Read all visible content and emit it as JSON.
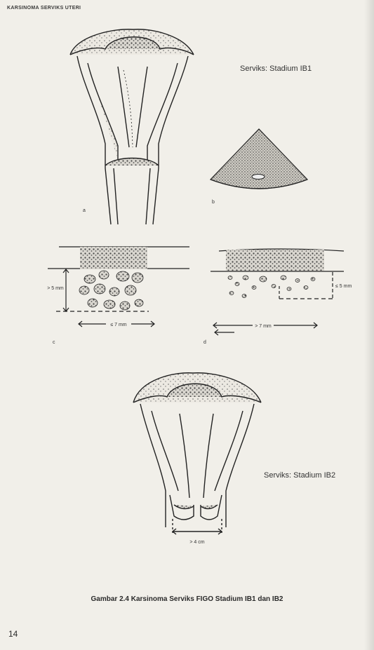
{
  "running_head": "KARSINOMA SERVIKS UTERI",
  "labels": {
    "stage_ib1": "Serviks: Stadium IB1",
    "stage_ib2": "Serviks: Stadium IB2"
  },
  "panel_letters": {
    "a": "a",
    "b": "b",
    "c": "c",
    "d": "d"
  },
  "measurements": {
    "c_depth": "> 5 mm",
    "c_width": "≤ 7 mm",
    "d_depth": "≤ 5 mm",
    "d_width": "> 7 mm",
    "ib2_width": "> 4 cm"
  },
  "caption": "Gambar 2.4 Karsinoma Serviks FIGO Stadium IB1 dan IB2",
  "page_number": "14"
}
